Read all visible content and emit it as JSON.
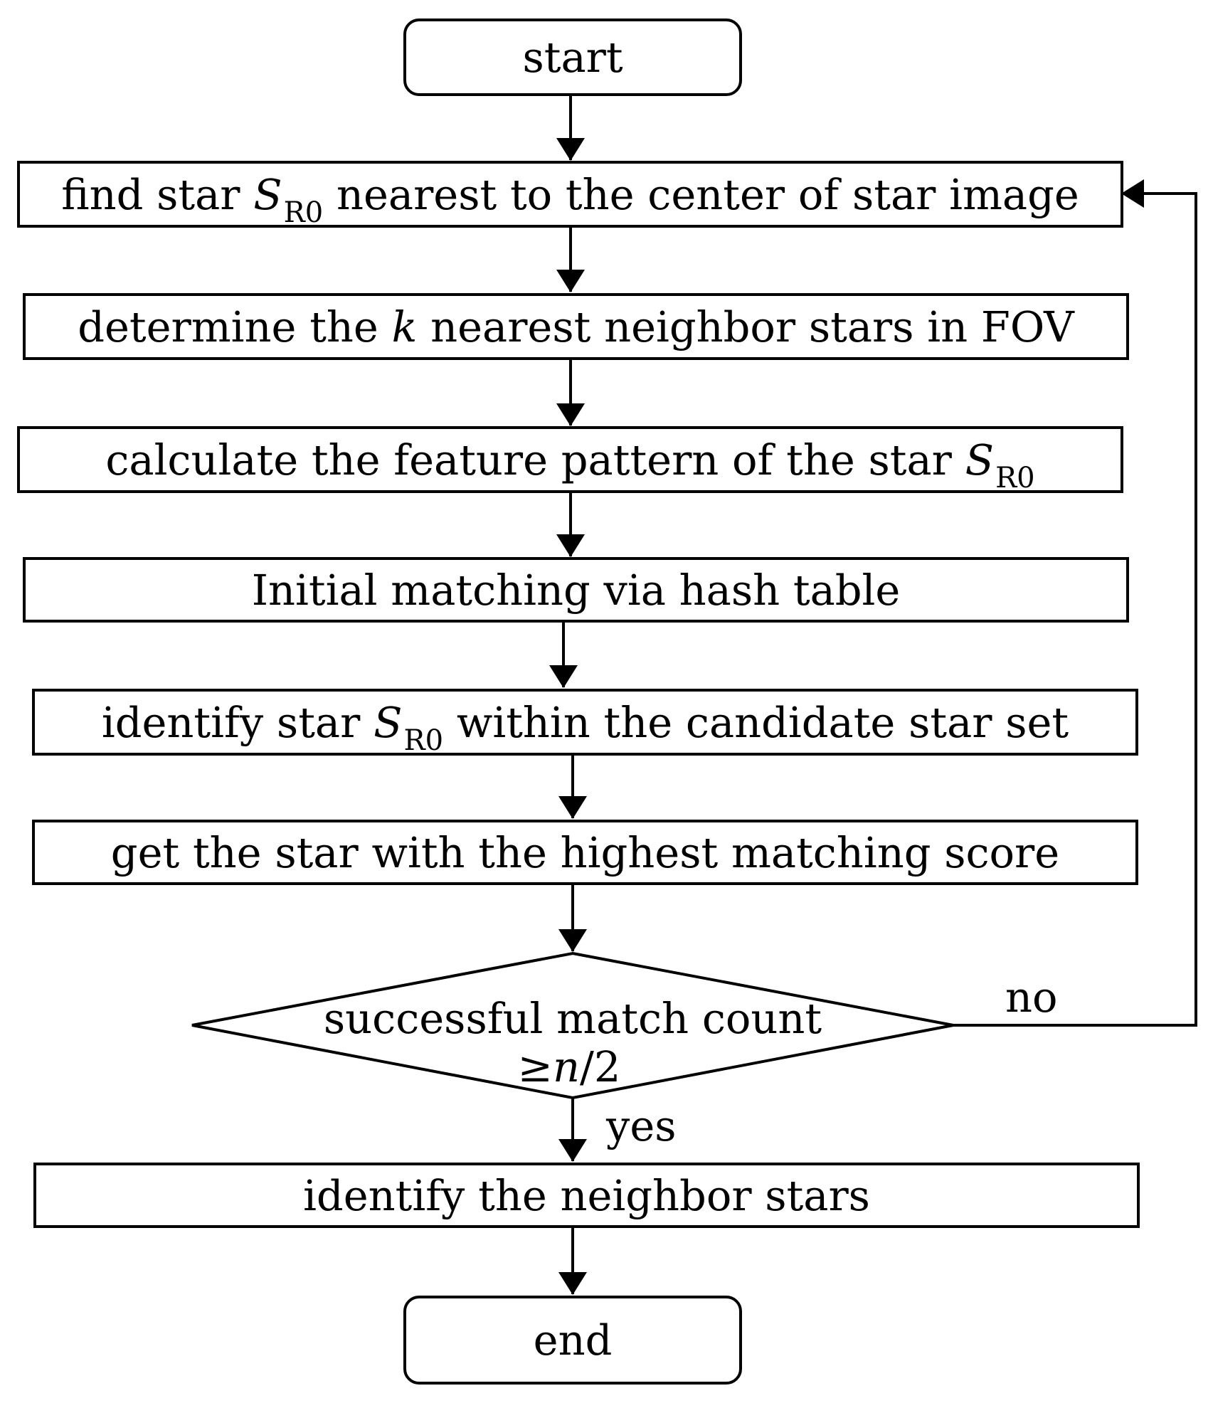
{
  "nodes": {
    "start": "start",
    "find_star": {
      "before": "find star ",
      "symbol": "S",
      "subscript": "R0",
      "after": " nearest to the center of star image"
    },
    "determine": {
      "before": "determine the ",
      "symbol": "k",
      "after": " nearest neighbor stars in FOV"
    },
    "calculate": {
      "before": "calculate the feature pattern of the star ",
      "symbol": "S",
      "subscript": "R0"
    },
    "initial_matching": "Initial matching via hash table",
    "identify_star": {
      "before": "identify star ",
      "symbol": "S",
      "subscript": "R0",
      "after": " within the candidate star set"
    },
    "get_highest": "get the star with the highest matching score",
    "decision": {
      "line1": "successful match count",
      "line2_prefix": "≥",
      "line2_symbol": "n",
      "line2_suffix": "/2"
    },
    "identify_neighbors": "identify the neighbor stars",
    "end": "end"
  },
  "edges": {
    "no_label": "no",
    "yes_label": "yes"
  }
}
